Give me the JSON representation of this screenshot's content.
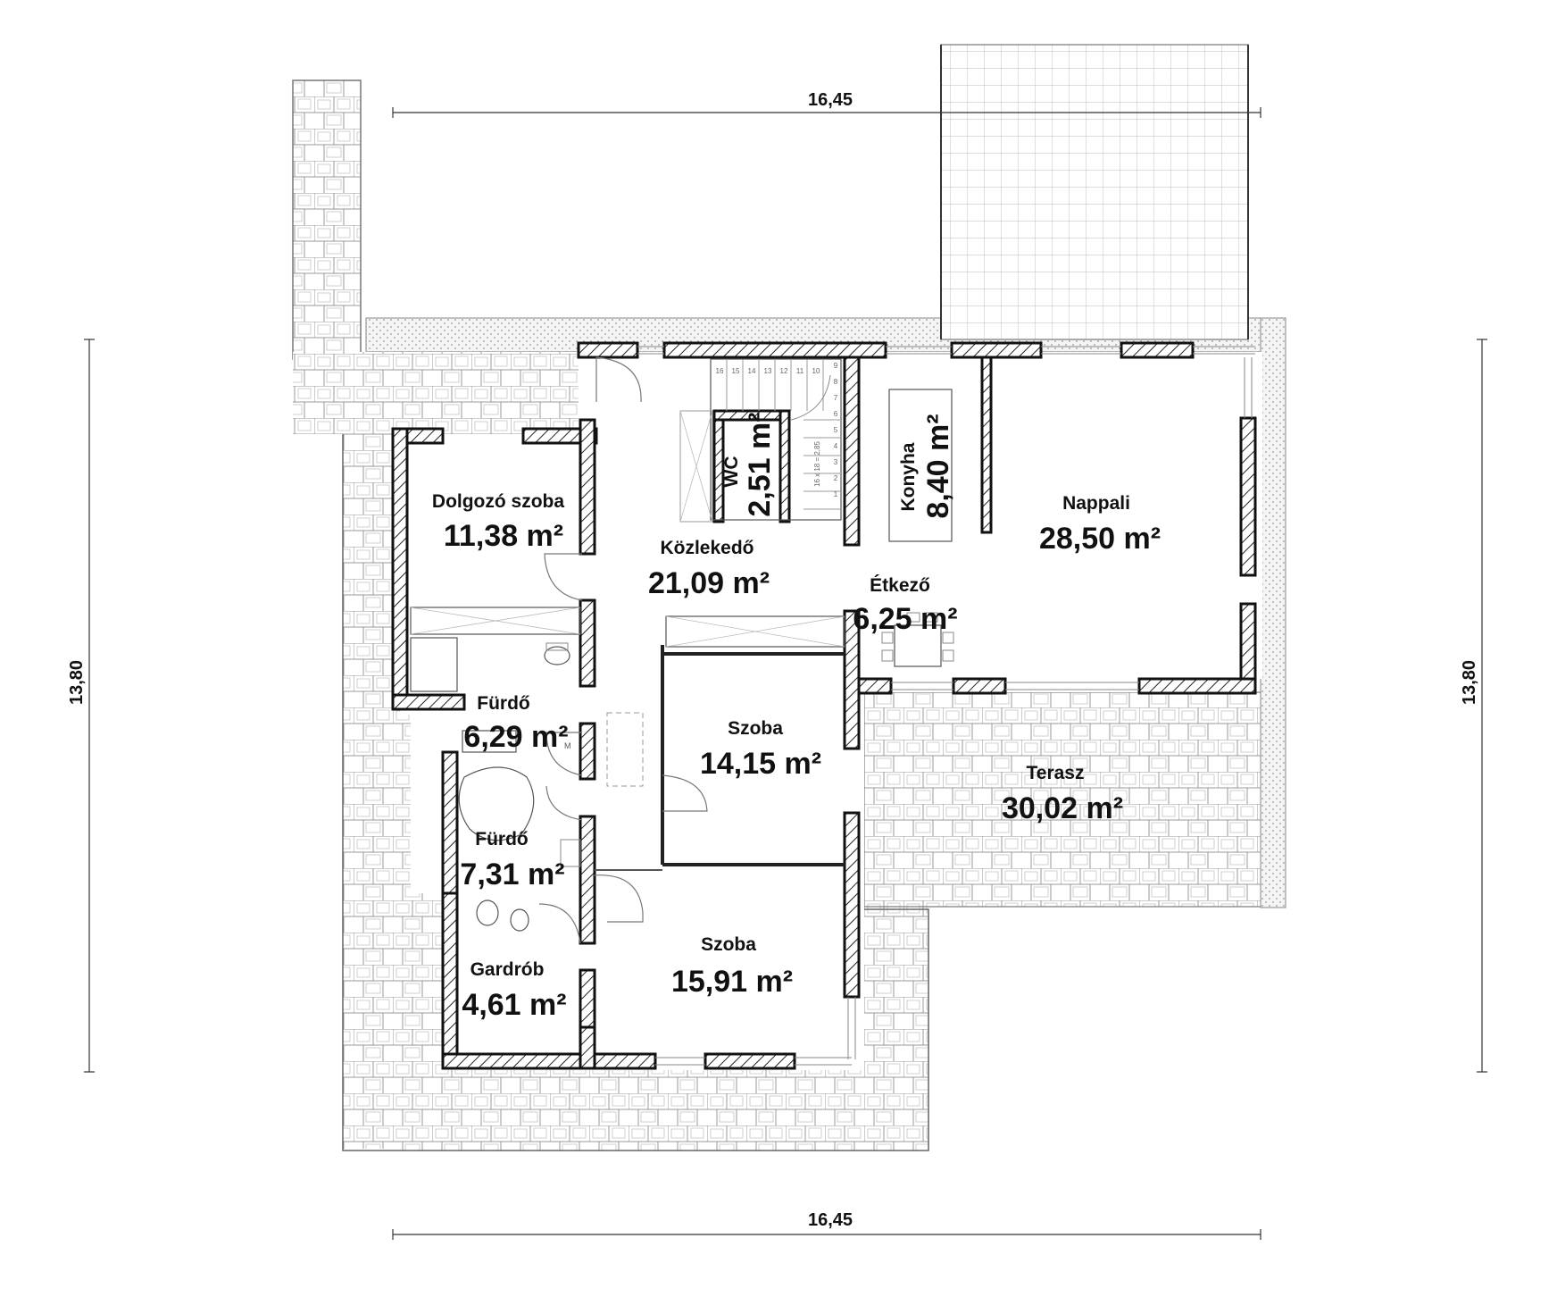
{
  "dimensions": {
    "top_width": "16,45",
    "bottom_width": "16,45",
    "left_height": "13,80",
    "right_height": "13,80"
  },
  "rooms": {
    "dolgozo": {
      "name": "Dolgozó szoba",
      "area": "11,38 m²"
    },
    "kozlekedo": {
      "name": "Közlekedő",
      "area": "21,09 m²"
    },
    "wc": {
      "name": "WC",
      "area": "2,51 m²"
    },
    "konyha": {
      "name": "Konyha",
      "area": "8,40 m²"
    },
    "nappali": {
      "name": "Nappali",
      "area": "28,50 m²"
    },
    "etkezo": {
      "name": "Étkező",
      "area": "6,25 m²"
    },
    "furdo1": {
      "name": "Fürdő",
      "area": "6,29 m²"
    },
    "szoba1": {
      "name": "Szoba",
      "area": "14,15 m²"
    },
    "terasz": {
      "name": "Terasz",
      "area": "30,02 m²"
    },
    "furdo2": {
      "name": "Fürdő",
      "area": "7,31 m²"
    },
    "szoba2": {
      "name": "Szoba",
      "area": "15,91 m²"
    },
    "gardrob": {
      "name": "Gardrób",
      "area": "4,61 m²"
    }
  },
  "stair": {
    "step_numbers": [
      "16",
      "15",
      "14",
      "13",
      "12",
      "11",
      "10",
      "9",
      "8",
      "7",
      "6",
      "5",
      "4",
      "3",
      "2",
      "1"
    ],
    "note": "16 x 18 = 2,85"
  },
  "fixtures": {
    "washer_mark": "M"
  },
  "colors": {
    "wall_stroke": "#111111",
    "paving": "#9a9a9a",
    "background": "#ffffff"
  }
}
